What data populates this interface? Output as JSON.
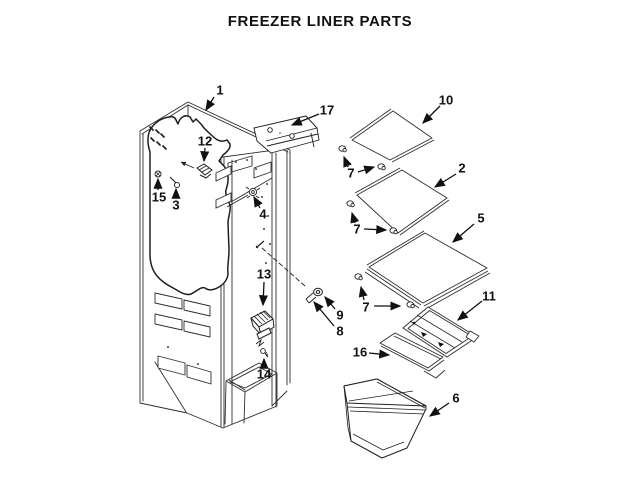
{
  "title": "FREEZER LINER PARTS",
  "diagram": {
    "colors": {
      "background": "#ffffff",
      "line": "#2e2e2e",
      "text": "#111111"
    },
    "callouts": {
      "n1": "1",
      "n2": "2",
      "n3": "3",
      "n4": "4",
      "n5": "5",
      "n6": "6",
      "n7": "7",
      "n8": "8",
      "n9": "9",
      "n10": "10",
      "n11": "11",
      "n12": "12",
      "n13": "13",
      "n14": "14",
      "n15": "15",
      "n16": "16",
      "n17": "17"
    }
  }
}
